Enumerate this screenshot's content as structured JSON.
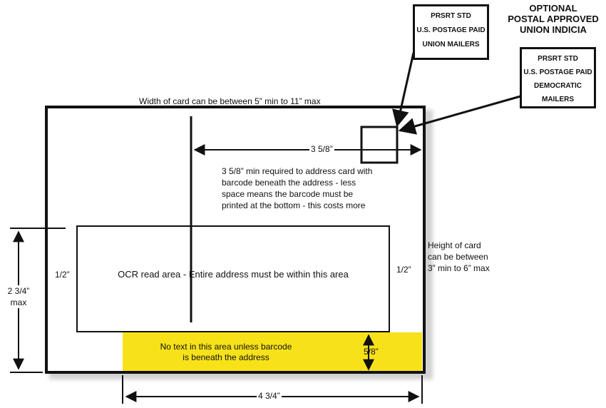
{
  "title": {
    "line1": "OPTIONAL",
    "line2": "POSTAL APPROVED",
    "line3": "UNION INDICIA"
  },
  "indicia_union": {
    "line1": "PRSRT STD",
    "line2": "U.S. POSTAGE PAID",
    "line3": "UNION MAILERS"
  },
  "indicia_democratic": {
    "line1": "PRSRT STD",
    "line2": "U.S. POSTAGE PAID",
    "line3": "DEMOCRATIC",
    "line4": "MAILERS"
  },
  "labels": {
    "width_note": "Width of card can be between 5” min to 11” max",
    "three_five_eighths": "3 5/8”",
    "address_note_1": "3 5/8” min required to address card with",
    "address_note_2": "barcode beneath the address - less",
    "address_note_3": "space means the barcode must be",
    "address_note_4": "printed at the bottom - this costs more",
    "height_note_1": "Height of card",
    "height_note_2": "can be between",
    "height_note_3": "3” min to 6” max",
    "ocr_area": "OCR read area - Entire address must be within this area",
    "left_margin": "1/2”",
    "right_margin": "1/2”",
    "left_height_1": "2 3/4”",
    "left_height_2": "max",
    "barcode_area_1": "No text in this area unless barcode",
    "barcode_area_2": "is beneath the address",
    "five_eighths": "5/8”",
    "four_three_quarters": "4 3/4”"
  },
  "colors": {
    "line": "#111111",
    "barcode_area": "#f7e21a",
    "background": "#ffffff"
  }
}
